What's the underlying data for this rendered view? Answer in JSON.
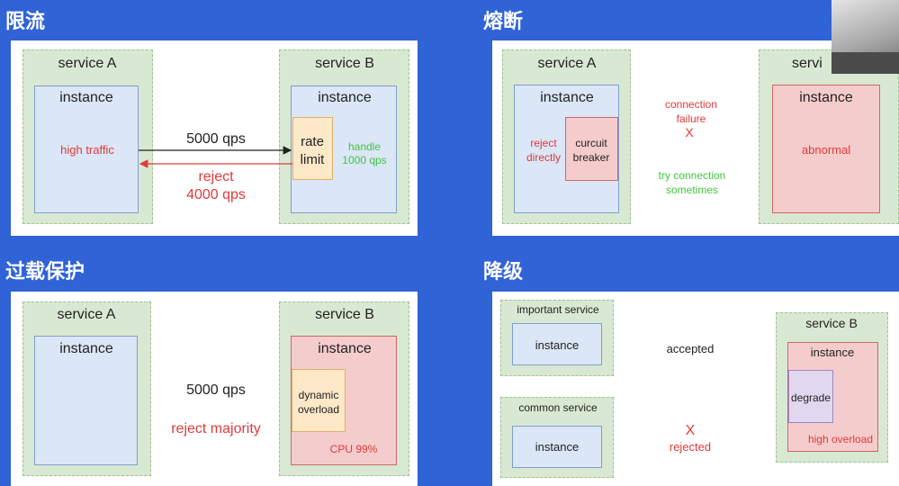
{
  "headings": {
    "rate_limit": "限流",
    "circuit": "熔断",
    "overload": "过载保护",
    "degrade": "降级"
  },
  "rate_limit": {
    "service_a": "service A",
    "service_b": "service B",
    "instance_a": "instance",
    "instance_b": "instance",
    "high_traffic": "high traffic",
    "limiter_line1": "rate",
    "limiter_line2": "limit",
    "handle_line1": "handle",
    "handle_line2": "1000 qps",
    "request": "5000 qps",
    "reject_line1": "reject",
    "reject_line2": "4000 qps"
  },
  "circuit": {
    "service_a": "service A",
    "service_b_partial": "servi",
    "instance_a": "instance",
    "instance_b": "instance",
    "reject_line1": "reject",
    "reject_line2": "directly",
    "breaker_line1": "curcuit",
    "breaker_line2": "breaker",
    "failure_line1": "connection",
    "failure_line2": "failure",
    "failure_mark": "X",
    "try_line1": "try connection",
    "try_line2": "sometimes",
    "abnormal": "abnormal"
  },
  "overload": {
    "service_a": "service A",
    "service_b": "service B",
    "instance_a": "instance",
    "instance_b": "instance",
    "dynamic_line1": "dynamic",
    "dynamic_line2": "overload",
    "request": "5000 qps",
    "reject": "reject majority",
    "cpu": "CPU 99%"
  },
  "degrade": {
    "important_service": "important service",
    "important_instance": "instance",
    "common_service": "common service",
    "common_instance": "instance",
    "service_b": "service B",
    "instance_b": "instance",
    "degrade_box": "degrade",
    "high_overload": "high overload",
    "accepted": "accepted",
    "rejected_mark": "X",
    "rejected": "rejected"
  },
  "colors": {
    "background": "#2f63d6",
    "service_fill": "#d9e8d2",
    "instance_blue": "#dbe6f6",
    "instance_red": "#f5cccc",
    "limiter_orange": "#fde8c8",
    "degrade_purple": "#e1d8f0",
    "reject_red": "#e03a3a",
    "handle_green": "#3fc73f"
  }
}
